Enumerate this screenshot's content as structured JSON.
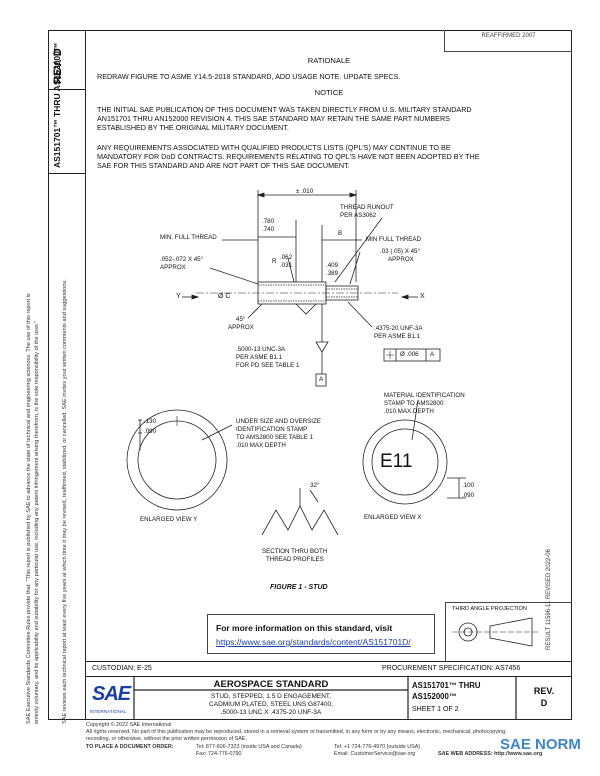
{
  "header": {
    "rev_label": "REV. D",
    "doc_number": "AS151701™ THRU AS152000™",
    "revised": "REAFFIRMED 2007"
  },
  "rationale": {
    "title": "RATIONALE",
    "body": "REDRAW FIGURE TO ASME Y14.5-2018 STANDARD, ADD USAGE NOTE. UPDATE SPECS.",
    "notice_title": "NOTICE",
    "notice_p1": [
      "THE INITIAL SAE PUBLICATION OF THIS DOCUMENT WAS TAKEN DIRECTLY FROM U.S. MILITARY STANDARD",
      "AN151701 THRU AN152000 REVISION 4. THIS SAE STANDARD MAY RETAIN THE SAME PART NUMBERS",
      "ESTABLISHED BY THE ORIGINAL MILITARY DOCUMENT."
    ],
    "notice_p2": [
      "ANY REQUIREMENTS ASSOCIATED WITH QUALIFIED PRODUCTS LISTS (QPL'S) MAY CONTINUE TO BE",
      "MANDATORY FOR DoD CONTRACTS. REQUIREMENTS RELATING TO QPL'S HAVE NOT BEEN ADOPTED BY THE",
      "SAE FOR THIS STANDARD AND ARE NOT PART OF THIS SAE DOCUMENT."
    ]
  },
  "drawing": {
    "dim_overall": "± .010",
    "thread_runout": "THREAD RUNOUT",
    "per_as3062": "PER AS3062",
    "dim_780": ".780",
    "dim_740": ".740",
    "min_full_thread_l": "MIN. FULL THREAD",
    "dim_b": "B",
    "min_full_thread_r": "MIN FULL THREAD",
    "chamfer_l1": ".052-.072 X 45°",
    "chamfer_l2": "APPROX",
    "r_label": "R",
    "r_062": ".062",
    "r_031": ".031",
    "dim_409": ".409",
    "dim_389": ".389",
    "chamfer_r1": ".03 (.05) X 45°",
    "chamfer_r2": "APPROX",
    "y_left": "Y",
    "dia_c": "Ø C",
    "x_right": "X",
    "angle_45": "45°",
    "approx": "APPROX",
    "thread_r1": ".4375-20 UNF-3A",
    "thread_r2": "PER ASME B1.1",
    "fcf_dia": "Ø .006",
    "fcf_datum": "A",
    "thread_l1": ".5000-13 UNC-3A",
    "thread_l2": "PER ASME B1.1",
    "thread_l3": "FOR PD SEE TABLE 1",
    "datum_a": "A",
    "dim_130": ".130",
    "dim_090": ".090",
    "under_1": "UNDER SIZE AND OVERSIZE",
    "under_2": "IDENTIFICATION STAMP",
    "under_3": "TO AMS2800 SEE TABLE 1",
    "under_4": ".010 MAX DEPTH",
    "mat_1": "MATERIAL IDENTIFICATION",
    "mat_2": "STAMP TO AMS2800",
    "mat_3": ".010 MAX DEPTH",
    "stamp_e11": "E11",
    "dim_100": ".100",
    "dim_090b": ".090",
    "angle_32": "32°",
    "view_y": "ENLARGED VIEW Y",
    "view_x": "ENLARGED VIEW X",
    "section_1": "SECTION THRU BOTH",
    "section_2": "THREAD PROFILES",
    "figure_caption": "FIGURE 1 - STUD"
  },
  "info": {
    "title": "For more information on this standard, visit",
    "link": "https://www.sae.org/standards/content/AS151701D/"
  },
  "third_angle": "THIRD ANGLE PROJECTION",
  "custodian": "CUSTODIAN: E-25",
  "procurement": "PROCUREMENT SPECIFICATION: AS7456",
  "title_block": {
    "logo": "SAE",
    "logo_sub": "INTERNATIONAL",
    "std_title": "AEROSPACE STANDARD",
    "desc_1": "STUD, STEPPED, 1.5 D ENGAGEMENT,",
    "desc_2": "CADMIUM PLATED, STEEL UNS G87400,",
    "desc_3": ".5000-13 UNC X .4375-20 UNF-3A",
    "doc_1": "AS151701™ THRU",
    "doc_2": "AS152000™",
    "sheet": "SHEET 1 OF 2",
    "rev_1": "REV.",
    "rev_2": "D"
  },
  "footer": {
    "copyright": "Copyright © 2022 SAE International",
    "rights_1": "All rights reserved. No part of this publication may be reproduced, stored in a retrieval system or transmitted, in any form or by any means, electronic, mechanical, photocopying,",
    "rights_2": "recording, or otherwise, without the prior written permission of SAE.",
    "order": "TO PLACE A DOCUMENT ORDER:",
    "tel1": "Tel: 877-606-7323 (inside USA and Canada)",
    "fax": "Fax: 724-776-0790",
    "tel2": "Tel: +1 724-776-4970 (outside USA)",
    "email": "Email: CustomerService@sae.org",
    "web": "SAE WEB ADDRESS: http://www.sae.org",
    "watermark": "SAE NORM"
  },
  "side_text": {
    "left_a": "SAE Executive Standards Committee Rules provide that: \"This report is published by SAE to advance the state of technical and engineering sciences. The use of this report is",
    "left_b": "entirely voluntary, and its applicability and suitability for any particular use, including any patent infringement arising therefrom, is the sole responsibility of the user.\"",
    "left_c": "SAE reviews each technical report at least every five years at which time it may be revised, reaffirmed, stabilized, or cancelled. SAE invites your written comments and suggestions.",
    "right": "RESULT 11596-11   REVISED 2022-06"
  }
}
